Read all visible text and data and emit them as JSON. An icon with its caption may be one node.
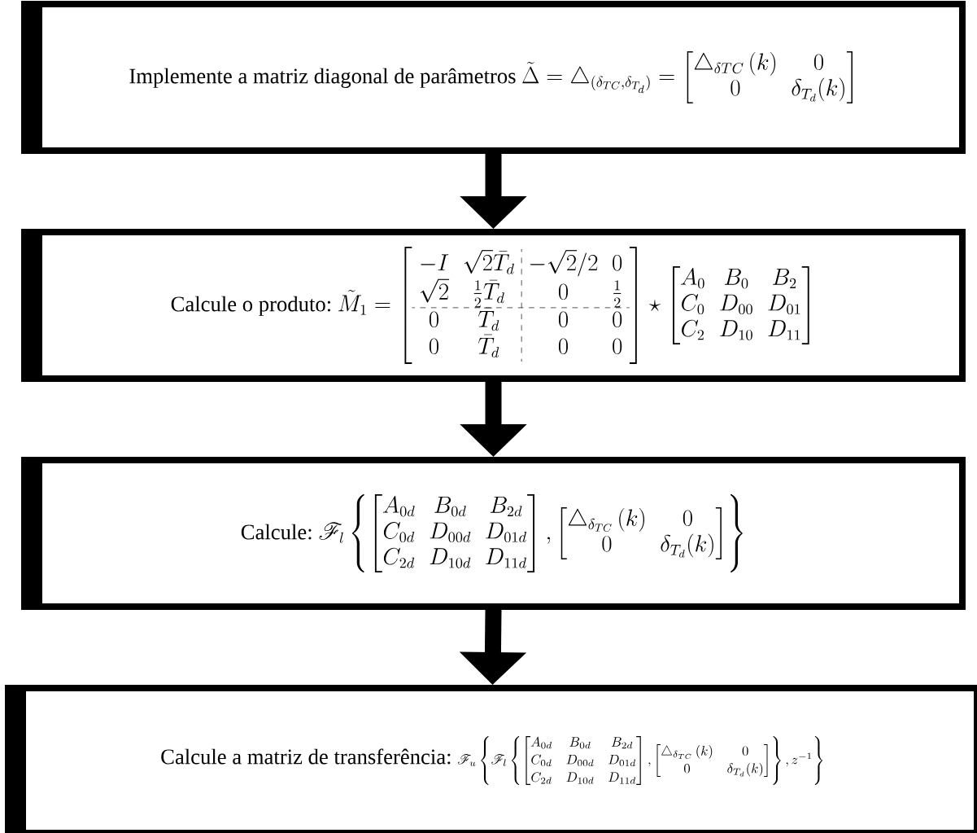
{
  "diagram": {
    "nodes": [
      {
        "text": [
          "Implemente a matriz diagonal de parâmetros",
          "\\tilde{\\Delta} =\\triangle_{(\\delta_{TC},\\delta_{T_d})}= \\begin{bmatrix} \\triangle_{\\delta TC}\\,(k) & 0 \\\\ 0 & \\delta_{T_d}(k) \\end{bmatrix}"
        ]
      },
      {
        "text": [
          "Calcule o produto:",
          "\\tilde{M}_1 = \\left[\\begin{array}{cc:cc} -I & \\sqrt{2}\\bar{T}_d & -\\sqrt{2}/2 & 0 \\\\ \\sqrt{2} & \\frac{1}{2}\\bar{T}_d & 0 & \\frac{1}{2} \\\\ \\hdashline 0 & \\bar{T}_d & 0 & 0 \\\\ 0 & \\bar{T}_d & 0 & 0 \\end{array}\\right] \\star \\begin{bmatrix} A_0 & B_0 & B_2 \\\\ C_0 & D_{00} & D_{01} \\\\ C_2 & D_{10} & D_{11} \\end{bmatrix}"
        ]
      },
      {
        "text": [
          "Calcule:",
          "\\mathscr{F}_l \\left\\{ \\begin{bmatrix} A_{0d} & B_{0d} & B_{2d} \\\\ C_{0d} & D_{00d} & D_{01d} \\\\ C_{2d} & D_{10d} & D_{11d} \\end{bmatrix}, \\begin{bmatrix} \\triangle_{\\delta_{TC}}\\,(k) & 0 \\\\ 0 & \\delta_{T_d}(k) \\end{bmatrix} \\right\\}"
        ]
      },
      {
        "text": [
          "Calcule a matriz de transferência:",
          "\\mathscr{F}_u \\left\\{ \\mathscr{F}_l \\left\\{ \\begin{bmatrix} A_{0d} & B_{0d} & B_{2d} \\\\ C_{0d} & D_{00d} & D_{01d} \\\\ C_{2d} & D_{10d} & D_{11d} \\end{bmatrix}, \\begin{bmatrix} \\triangle_{\\delta_{TC}}\\,(k) & 0 \\\\ 0 & \\delta_{T_d}(k) \\end{bmatrix} \\right\\}, z^{-1} \\right\\}"
        ]
      }
    ],
    "edges": [
      {
        "from": 0,
        "to": 1,
        "arrow": "to"
      },
      {
        "from": 1,
        "to": 2,
        "arrow": "to"
      },
      {
        "from": 2,
        "to": 3,
        "arrow": "to"
      }
    ]
  }
}
